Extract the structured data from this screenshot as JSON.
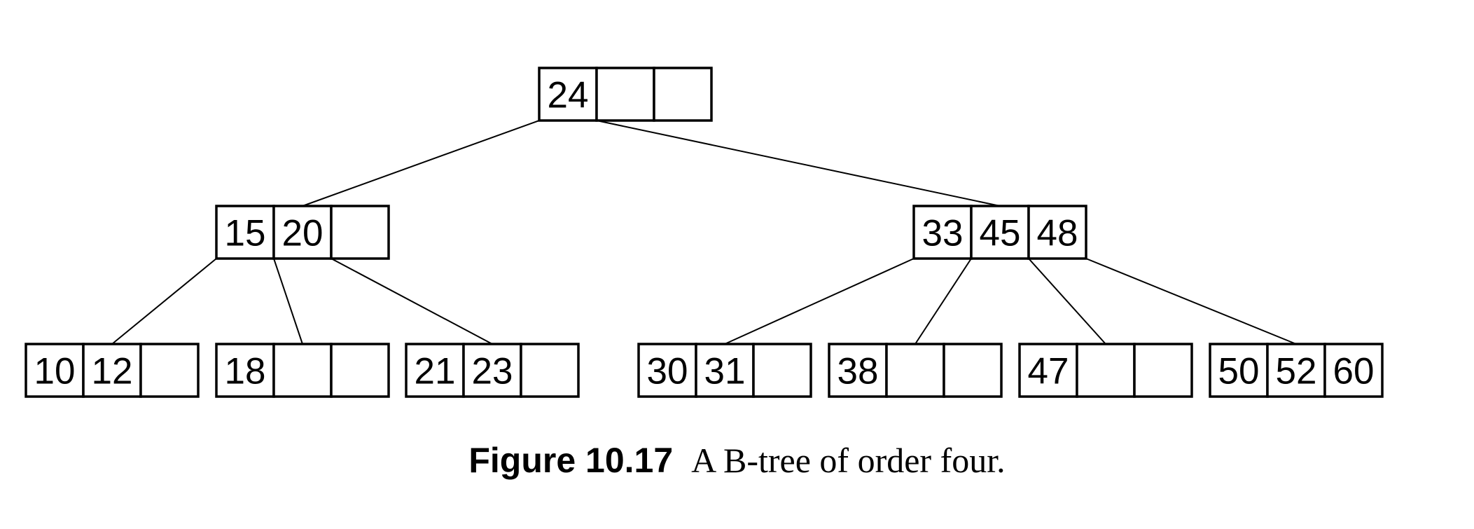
{
  "tree": {
    "nodes": [
      {
        "id": "root",
        "keys": [
          "24",
          "",
          ""
        ]
      },
      {
        "id": "n1",
        "keys": [
          "15",
          "20",
          ""
        ]
      },
      {
        "id": "n2",
        "keys": [
          "33",
          "45",
          "48"
        ]
      },
      {
        "id": "l1",
        "keys": [
          "10",
          "12",
          ""
        ]
      },
      {
        "id": "l2",
        "keys": [
          "18",
          "",
          ""
        ]
      },
      {
        "id": "l3",
        "keys": [
          "21",
          "23",
          ""
        ]
      },
      {
        "id": "l4",
        "keys": [
          "30",
          "31",
          ""
        ]
      },
      {
        "id": "l5",
        "keys": [
          "38",
          "",
          ""
        ]
      },
      {
        "id": "l6",
        "keys": [
          "47",
          "",
          ""
        ]
      },
      {
        "id": "l7",
        "keys": [
          "50",
          "52",
          "60"
        ]
      }
    ],
    "edges": [
      [
        "root",
        "n1"
      ],
      [
        "root",
        "n2"
      ],
      [
        "n1",
        "l1"
      ],
      [
        "n1",
        "l2"
      ],
      [
        "n1",
        "l3"
      ],
      [
        "n2",
        "l4"
      ],
      [
        "n2",
        "l5"
      ],
      [
        "n2",
        "l6"
      ],
      [
        "n2",
        "l7"
      ]
    ]
  },
  "caption": {
    "label": "Figure 10.17",
    "text": "A B-tree of order four."
  }
}
